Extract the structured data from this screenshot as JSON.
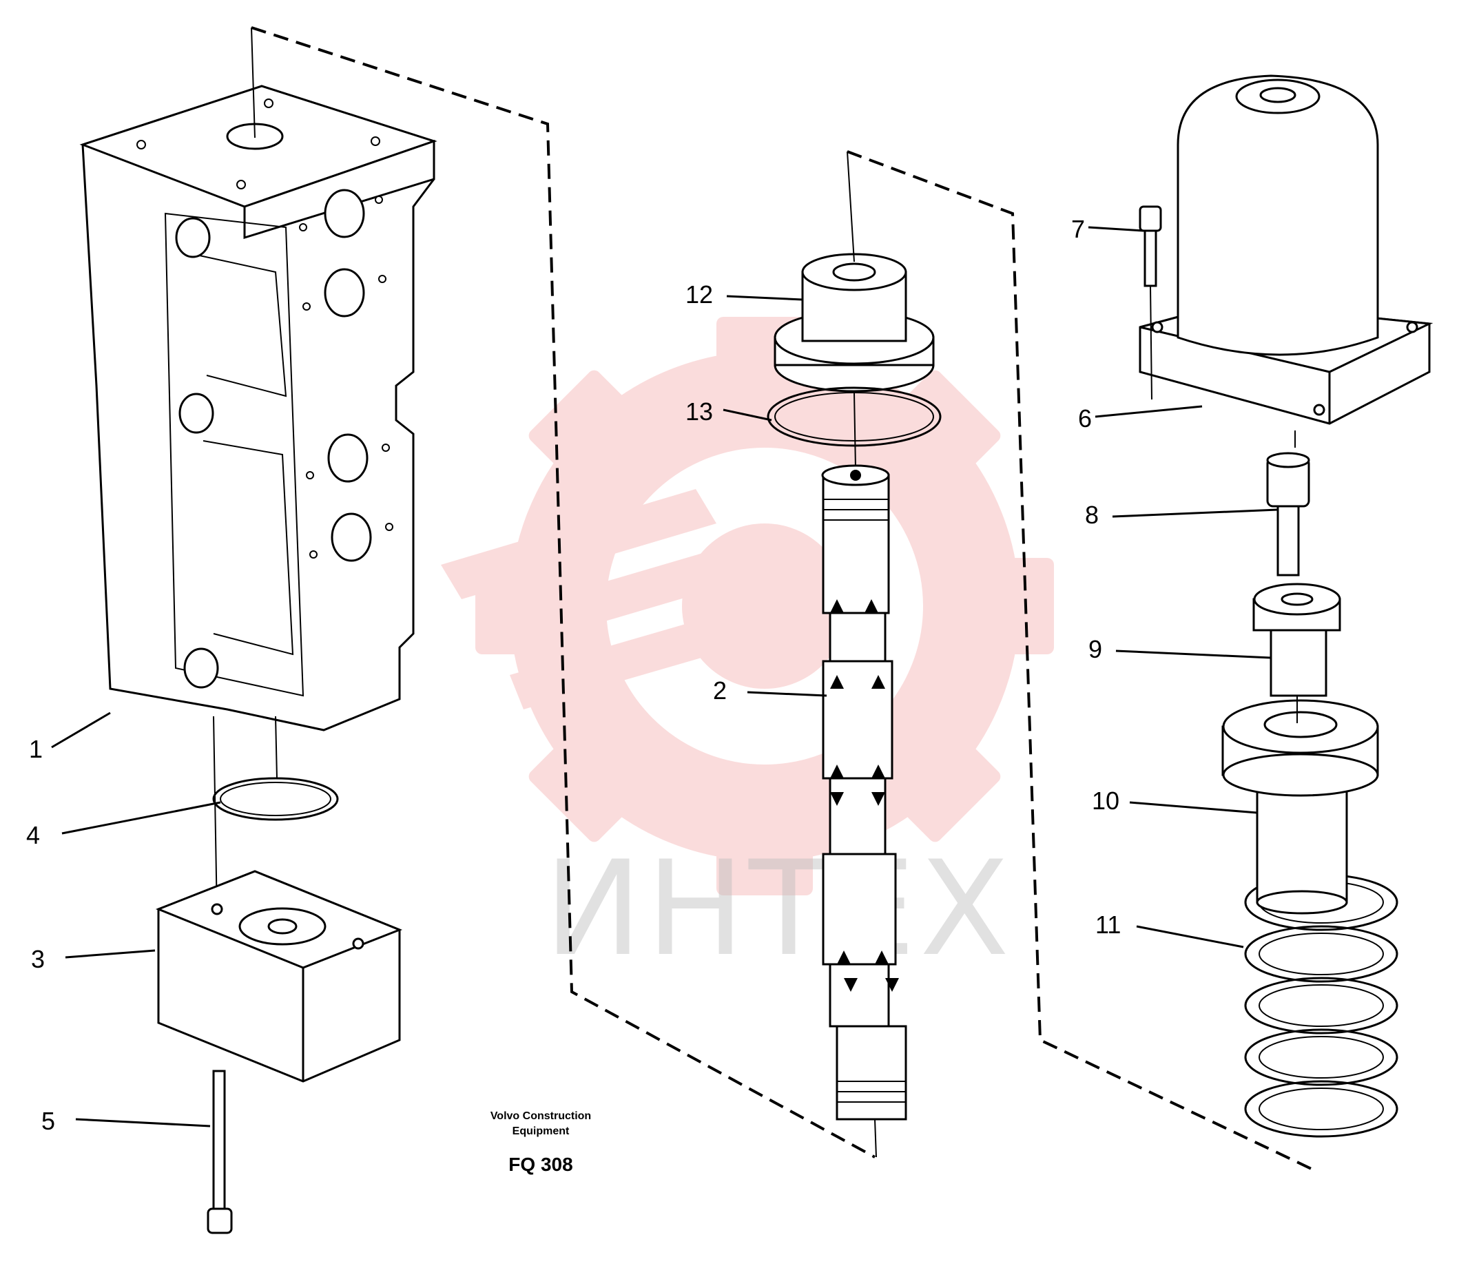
{
  "labels": {
    "p1": "1",
    "p2": "2",
    "p3": "3",
    "p4": "4",
    "p5": "5",
    "p6": "6",
    "p7": "7",
    "p8": "8",
    "p9": "9",
    "p10": "10",
    "p11": "11",
    "p12": "12",
    "p13": "13"
  },
  "caption": {
    "maker_line1": "Volvo Construction",
    "maker_line2": "Equipment",
    "code": "FQ 308"
  },
  "watermark": {
    "text": "ИНТЕХ",
    "color": "#e53935"
  }
}
